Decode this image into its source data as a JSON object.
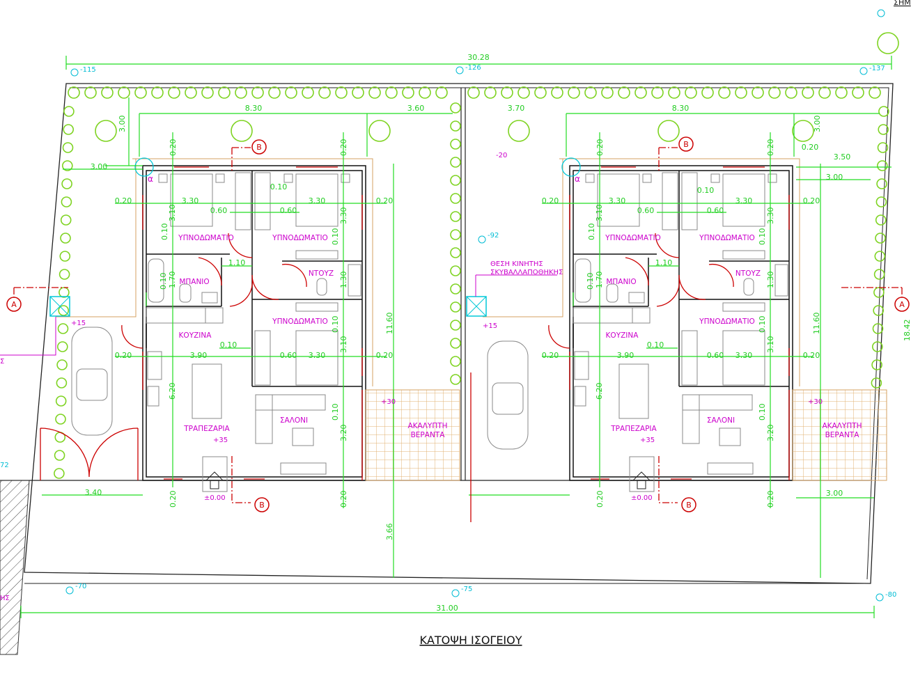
{
  "title": "ΚΑΤΟΨΗ ΙΣΟΓΕΙΟΥ",
  "corner_label": "ΣΗΜ",
  "overall": {
    "top_width": "30.28",
    "bottom_width": "31.00",
    "side_partial": "18.42",
    "left_partial": "72",
    "left_partial2": "ΗΣ",
    "left_partial3": "Σ"
  },
  "levels": {
    "tl": "-115",
    "tm": "-126",
    "tr": "-137",
    "bl": "-70",
    "bm": "-75",
    "br": "-80",
    "m1": "-20",
    "m2": "-92"
  },
  "section_marks": {
    "a": "A",
    "b": "B",
    "corner": "α"
  },
  "note": {
    "line1": "ΘΕΣΗ ΚΙΝΗΤΗΣ",
    "line2": "ΣΚΥΒΑΛΛΑΠΟΘΗΚΗΣ"
  },
  "rooms": {
    "bedroom": "ΥΠΝΟΔΩΜΑΤΙΟ",
    "bath": "ΜΠΑΝΙΟ",
    "shower": "ΝΤΟΥΖ",
    "kitchen": "ΚΟΥΖΙΝΑ",
    "dining": "ΤΡΑΠΕΖΑΡΙΑ",
    "living": "ΣΑΛΟΝΙ",
    "veranda1": "ΑΚΑΛΥΠΤΗ",
    "veranda2": "ΒΕΡΑΝΤΑ"
  },
  "elev": {
    "entry": "+15",
    "dining": "+35",
    "door": "±0.00",
    "veranda": "+30"
  },
  "dims": {
    "d830": "8.30",
    "d360": "3.60",
    "d370": "3.70",
    "d300": "3.00",
    "d350": "3.50",
    "d020": "0.20",
    "d330": "3.30",
    "d060": "0.60",
    "d010": "0.10",
    "d310": "3.10",
    "d110": "1.10",
    "d170": "1.70",
    "d130": "1.30",
    "d1160": "11.60",
    "d390": "3.90",
    "d620": "6.20",
    "d320": "3.20",
    "d340": "3.40",
    "d366": "3.66"
  }
}
